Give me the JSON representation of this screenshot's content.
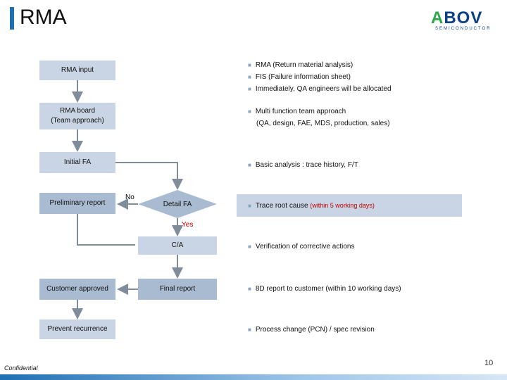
{
  "header": {
    "title": "RMA"
  },
  "logo": {
    "word_a": "A",
    "word_rest": "BOV",
    "sub": "SEMICONDUCTOR"
  },
  "flow": {
    "rma_input": "RMA input",
    "rma_board_1": "RMA board",
    "rma_board_2": "(Team approach)",
    "initial_fa": "Initial FA",
    "preliminary_report": "Preliminary report",
    "detail_fa": "Detail FA",
    "no": "No",
    "yes": "Yes",
    "ca": "C/A",
    "customer_approved": "Customer approved",
    "final_report": "Final report",
    "prevent_recurrence": "Prevent recurrence"
  },
  "notes": {
    "n1": "RMA (Return material analysis)",
    "n2": "FIS (Failure information sheet)",
    "n3": "Immediately, QA engineers will be allocated",
    "n4": "Multi function team approach",
    "n4b": "(QA, design, FAE, MDS, production, sales)",
    "n5": "Basic analysis : trace history, F/T",
    "n6": "Trace root cause",
    "n6_red": "(within 5 working days)",
    "n7": "Verification of corrective actions",
    "n8": "8D report to customer (within 10 working days)",
    "n9": "Process change (PCN) / spec revision"
  },
  "footer": {
    "confidential": "Confidential",
    "page": "10"
  }
}
